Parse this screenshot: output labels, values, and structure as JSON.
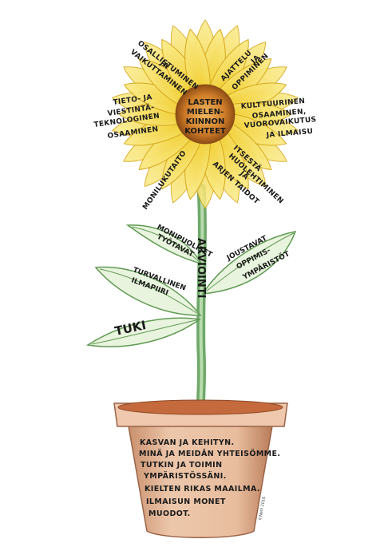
{
  "flower": {
    "center": [
      "LASTEN",
      "MIELEN-",
      "KIINNON",
      "KOHTEET"
    ],
    "petals": {
      "osallistuminen": [
        "OSALLISTUMINEN",
        "JA",
        "VAIKUTTAMINEN"
      ],
      "ajattelu": [
        "AJATTELU",
        "JA",
        "OPPIMINEN"
      ],
      "kulttuurinen": [
        "KULTTUURINEN",
        "OSAAMINEN,",
        "VUOROVAIKUTUS",
        "JA ILMAISU"
      ],
      "itsesta": [
        "ITSESTÄ",
        "HUOLEHTIMINEN",
        "JA",
        "ARJEN TAIDOT"
      ],
      "monilukutaito": [
        "MONILUKUTAITO"
      ],
      "tieto": [
        "TIETO- JA",
        "VIESTINTÄ-",
        "TEKNOLOGINEN",
        "OSAAMINEN"
      ]
    }
  },
  "stem": {
    "label": "ARVIOINTI"
  },
  "leaves": {
    "monipuoliset": [
      "MONIPUOLISET",
      "TYÖTAVAT"
    ],
    "joustavat": [
      "JOUSTAVAT",
      "OPPIMIS-",
      "YMPÄRISTÖT"
    ],
    "turvallinen": [
      "TURVALLINEN",
      "ILMAPIIRI"
    ],
    "tuki": "TUKI"
  },
  "pot": {
    "lines": [
      "KASVAN JA KEHITYN.",
      "MINÄ JA MEIDÄN YHTEISÖMME.",
      "TUTKIN JA TOIMIN",
      "YMPÄRISTÖSSÄNI.",
      "KIELTEN RIKAS MAAILMA.",
      "ILMAISUN MONET",
      "MUODOT."
    ]
  },
  "signature": "©Nelli 2016",
  "colors": {
    "petal": "#f5dc4a",
    "petal_edge": "#d9a80f",
    "petal_base": "#b8860b",
    "center": "#d88a2a",
    "center_dark": "#8a4a12",
    "leaf": "#e8f3dc",
    "leaf_edge": "#6a9e5a",
    "stem": "#7fb07a",
    "pot": "#e8c0a3",
    "pot_rim": "#efcab0",
    "pot_shade": "#c98f6d",
    "soil": "#c26a3a"
  }
}
